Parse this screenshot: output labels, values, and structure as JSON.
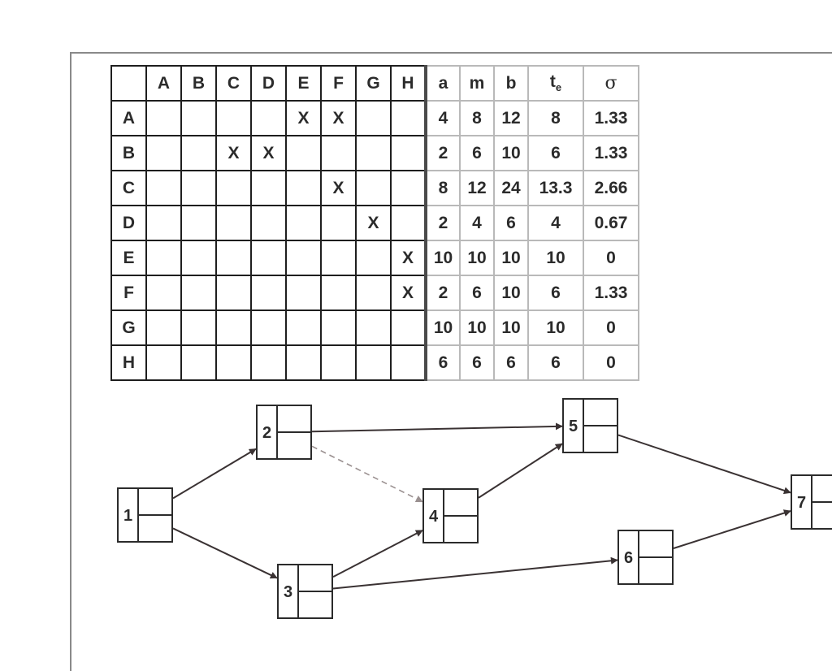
{
  "table": {
    "corner": "",
    "activity_headers": [
      "A",
      "B",
      "C",
      "D",
      "E",
      "F",
      "G",
      "H"
    ],
    "estimate_headers": {
      "a": "a",
      "m": "m",
      "b": "b",
      "te_main": "t",
      "te_sub": "e",
      "sigma": "σ"
    },
    "rows": [
      {
        "label": "A",
        "marks": [
          "",
          "",
          "",
          "",
          "X",
          "X",
          "",
          ""
        ],
        "estimates": [
          "4",
          "8",
          "12",
          "8",
          "1.33"
        ]
      },
      {
        "label": "B",
        "marks": [
          "",
          "",
          "X",
          "X",
          "",
          "",
          "",
          ""
        ],
        "estimates": [
          "2",
          "6",
          "10",
          "6",
          "1.33"
        ]
      },
      {
        "label": "C",
        "marks": [
          "",
          "",
          "",
          "",
          "",
          "X",
          "",
          ""
        ],
        "estimates": [
          "8",
          "12",
          "24",
          "13.3",
          "2.66"
        ]
      },
      {
        "label": "D",
        "marks": [
          "",
          "",
          "",
          "",
          "",
          "",
          "X",
          ""
        ],
        "estimates": [
          "2",
          "4",
          "6",
          "4",
          "0.67"
        ]
      },
      {
        "label": "E",
        "marks": [
          "",
          "",
          "",
          "",
          "",
          "",
          "",
          "X"
        ],
        "estimates": [
          "10",
          "10",
          "10",
          "10",
          "0"
        ]
      },
      {
        "label": "F",
        "marks": [
          "",
          "",
          "",
          "",
          "",
          "",
          "",
          "X"
        ],
        "estimates": [
          "2",
          "6",
          "10",
          "6",
          "1.33"
        ]
      },
      {
        "label": "G",
        "marks": [
          "",
          "",
          "",
          "",
          "",
          "",
          "",
          ""
        ],
        "estimates": [
          "10",
          "10",
          "10",
          "10",
          "0"
        ]
      },
      {
        "label": "H",
        "marks": [
          "",
          "",
          "",
          "",
          "",
          "",
          "",
          ""
        ],
        "estimates": [
          "6",
          "6",
          "6",
          "6",
          "0"
        ]
      }
    ]
  },
  "network": {
    "nodes": [
      {
        "id": "1",
        "label": "1"
      },
      {
        "id": "2",
        "label": "2"
      },
      {
        "id": "3",
        "label": "3"
      },
      {
        "id": "4",
        "label": "4"
      },
      {
        "id": "5",
        "label": "5"
      },
      {
        "id": "6",
        "label": "6"
      },
      {
        "id": "7",
        "label": "7"
      }
    ],
    "edges": [
      {
        "from": "1",
        "to": "2",
        "style": "solid"
      },
      {
        "from": "1",
        "to": "3",
        "style": "solid"
      },
      {
        "from": "2",
        "to": "5",
        "style": "solid"
      },
      {
        "from": "2",
        "to": "4",
        "style": "dashed"
      },
      {
        "from": "3",
        "to": "4",
        "style": "solid"
      },
      {
        "from": "3",
        "to": "6",
        "style": "solid"
      },
      {
        "from": "4",
        "to": "5",
        "style": "solid"
      },
      {
        "from": "5",
        "to": "7",
        "style": "solid"
      },
      {
        "from": "6",
        "to": "7",
        "style": "solid"
      }
    ],
    "colors": {
      "solid": "#3a3233",
      "dashed": "#9a9090",
      "node": "#2b2b2b"
    }
  }
}
